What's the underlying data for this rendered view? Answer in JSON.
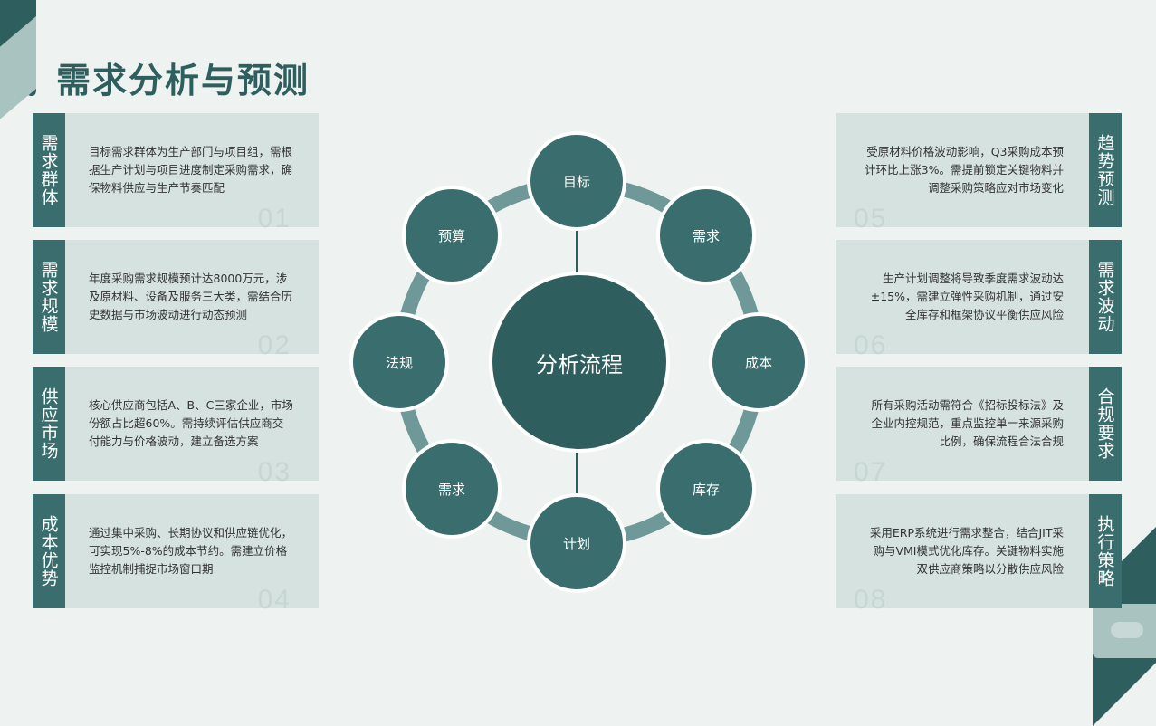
{
  "title": "需求分析与预测",
  "left_cards": [
    {
      "label": "需求群体",
      "text": "目标需求群体为生产部门与项目组，需根据生产计划与项目进度制定采购需求，确保物料供应与生产节奏匹配",
      "num": "01"
    },
    {
      "label": "需求规模",
      "text": "年度采购需求规模预计达8000万元，涉及原材料、设备及服务三大类，需结合历史数据与市场波动进行动态预测",
      "num": "02"
    },
    {
      "label": "供应市场",
      "text": "核心供应商包括A、B、C三家企业，市场份额占比超60%。需持续评估供应商交付能力与价格波动，建立备选方案",
      "num": "03"
    },
    {
      "label": "成本优势",
      "text": "通过集中采购、长期协议和供应链优化，可实现5%-8%的成本节约。需建立价格监控机制捕捉市场窗口期",
      "num": "04"
    }
  ],
  "right_cards": [
    {
      "label": "趋势预测",
      "text": "受原材料价格波动影响，Q3采购成本预计环比上涨3%。需提前锁定关键物料并调整采购策略应对市场变化",
      "num": "05"
    },
    {
      "label": "需求波动",
      "text": "生产计划调整将导致季度需求波动达±15%，需建立弹性采购机制，通过安全库存和框架协议平衡供应风险",
      "num": "06"
    },
    {
      "label": "合规要求",
      "text": "所有采购活动需符合《招标投标法》及企业内控规范，重点监控单一来源采购比例，确保流程合法合规",
      "num": "07"
    },
    {
      "label": "执行策略",
      "text": "采用ERP系统进行需求整合，结合JIT采购与VMI模式优化库存。关键物料实施双供应商策略以分散供应风险",
      "num": "08"
    }
  ],
  "diagram": {
    "center": "分析流程",
    "nodes": [
      "目标",
      "需求",
      "成本",
      "库存",
      "计划",
      "需求",
      "法规",
      "预算"
    ]
  },
  "colors": {
    "primary": "#2e5e5e",
    "node": "#3a6d6d",
    "ring": "#6f9898",
    "card": "#d5e2df"
  }
}
